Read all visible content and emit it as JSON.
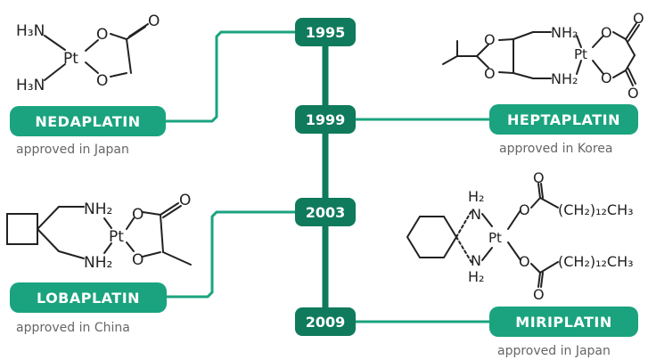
{
  "colors": {
    "accent": "#1aa37e",
    "year_box": "#0f7a5c",
    "spine": "#0f7a5c",
    "connector": "#1aa37e",
    "caption": "#666666"
  },
  "timeline": {
    "years": [
      "1995",
      "1999",
      "2003",
      "2009"
    ]
  },
  "drugs": {
    "nedaplatin": {
      "name": "NEDAPLATIN",
      "note": "approved in Japan"
    },
    "heptaplatin": {
      "name": "HEPTAPLATIN",
      "note": "approved in Korea"
    },
    "lobaplatin": {
      "name": "LOBAPLATIN",
      "note": "approved in China"
    },
    "miriplatin": {
      "name": "MIRIPLATIN",
      "note": "approved in Japan"
    }
  },
  "structures": {
    "nedaplatin": {
      "h3n_top": "H₃N",
      "h3n_bottom": "H₃N",
      "pt": "Pt",
      "o1": "O",
      "o2": "O",
      "o_carbonyl": "O"
    },
    "heptaplatin": {
      "nh2_top": "NH₂",
      "nh2_bottom": "NH₂",
      "pt": "Pt",
      "o_ring1": "O",
      "o_ring2": "O",
      "o1": "O",
      "o2": "O",
      "o_carbonyl1": "O",
      "o_carbonyl2": "O"
    },
    "lobaplatin": {
      "nh2_top": "NH₂",
      "nh2_bottom": "NH₂",
      "pt": "Pt",
      "o1": "O",
      "o2": "O",
      "o_carbonyl": "O"
    },
    "miriplatin": {
      "h2_top": "H₂",
      "n_top": "N",
      "n_bottom": "N",
      "h2_bottom": "H₂",
      "pt": "Pt",
      "o1": "O",
      "o2": "O",
      "o_carbonyl1": "O",
      "o_carbonyl2": "O",
      "chain1": "(CH₂)₁₂CH₃",
      "chain2": "(CH₂)₁₂CH₃"
    }
  }
}
